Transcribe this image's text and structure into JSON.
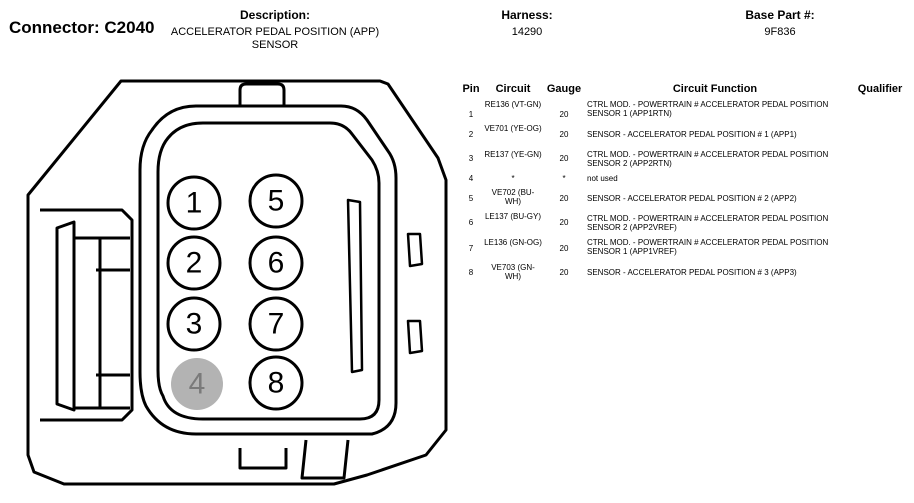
{
  "connector": {
    "label": "Connector: C2040"
  },
  "description": {
    "label": "Description:",
    "value": "ACCELERATOR PEDAL POSITION (APP) SENSOR"
  },
  "harness": {
    "label": "Harness:",
    "value": "14290"
  },
  "base_part": {
    "label": "Base Part #:",
    "value": "9F836"
  },
  "table": {
    "headers": {
      "pin": "Pin",
      "circuit": "Circuit",
      "gauge": "Gauge",
      "function": "Circuit Function",
      "qualifier": "Qualifier"
    },
    "rows": [
      {
        "pin": "1",
        "circuit": "RE136 (VT-GN)",
        "gauge": "20",
        "function": "CTRL MOD. - POWERTRAIN # ACCELERATOR PEDAL POSITION SENSOR 1 (APP1RTN)"
      },
      {
        "pin": "2",
        "circuit": "VE701 (YE-OG)",
        "gauge": "20",
        "function": "SENSOR - ACCELERATOR PEDAL POSITION # 1 (APP1)"
      },
      {
        "pin": "3",
        "circuit": "RE137 (YE-GN)",
        "gauge": "20",
        "function": "CTRL MOD. - POWERTRAIN # ACCELERATOR PEDAL POSITION SENSOR 2 (APP2RTN)"
      },
      {
        "pin": "4",
        "circuit": "*",
        "gauge": "*",
        "function": "not used"
      },
      {
        "pin": "5",
        "circuit": "VE702 (BU-WH)",
        "gauge": "20",
        "function": "SENSOR - ACCELERATOR PEDAL POSITION # 2 (APP2)"
      },
      {
        "pin": "6",
        "circuit": "LE137 (BU-GY)",
        "gauge": "20",
        "function": "CTRL MOD. - POWERTRAIN # ACCELERATOR PEDAL POSITION SENSOR 2 (APP2VREF)"
      },
      {
        "pin": "7",
        "circuit": "LE136 (GN-OG)",
        "gauge": "20",
        "function": "CTRL MOD. - POWERTRAIN # ACCELERATOR PEDAL POSITION SENSOR 1 (APP1VREF)"
      },
      {
        "pin": "8",
        "circuit": "VE703 (GN-WH)",
        "gauge": "20",
        "function": "SENSOR - ACCELERATOR PEDAL POSITION # 3 (APP3)"
      }
    ]
  },
  "diagram": {
    "pins": [
      {
        "label": "1",
        "used": true
      },
      {
        "label": "2",
        "used": true
      },
      {
        "label": "3",
        "used": true
      },
      {
        "label": "4",
        "used": false
      },
      {
        "label": "5",
        "used": true
      },
      {
        "label": "6",
        "used": true
      },
      {
        "label": "7",
        "used": true
      },
      {
        "label": "8",
        "used": true
      }
    ],
    "colors": {
      "unused_pin_fill": "#b3b3b3",
      "unused_pin_text": "#7a7a7a",
      "outline": "#000000"
    }
  }
}
